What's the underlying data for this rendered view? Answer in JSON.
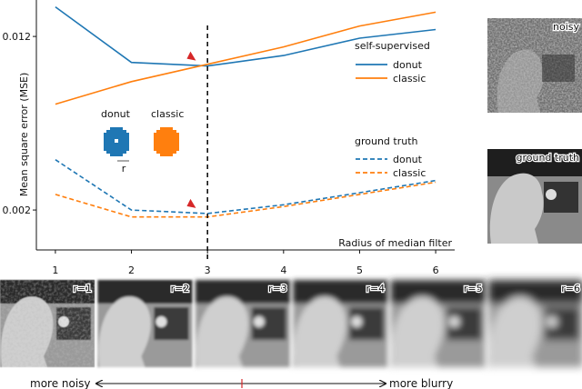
{
  "chart_data": {
    "type": "line",
    "xlabel": "Radius of median filter",
    "ylabel": "Mean square error (MSE)",
    "x": [
      1,
      2,
      3,
      4,
      5,
      6
    ],
    "xticks": [
      "1",
      "2",
      "3",
      "4",
      "5",
      "6"
    ],
    "yticks": [
      {
        "value": 0.012,
        "label": "0.012"
      },
      {
        "value": 0.002,
        "label": "0.002"
      }
    ],
    "xlim": [
      0.75,
      6.25
    ],
    "ylim": [
      -0.0003,
      0.0141
    ],
    "vline_x": 3,
    "optimum_marker_x": 2.8,
    "series": [
      {
        "group": "self-supervised",
        "name": "donut",
        "style": "solid",
        "color": "#1f77b4",
        "values": [
          0.0137,
          0.0105,
          0.0103,
          0.0109,
          0.0119,
          0.0124
        ]
      },
      {
        "group": "self-supervised",
        "name": "classic",
        "style": "solid",
        "color": "#ff7f0e",
        "values": [
          0.0081,
          0.0094,
          0.0104,
          0.0114,
          0.0126,
          0.0134
        ]
      },
      {
        "group": "ground truth",
        "name": "donut",
        "style": "dashed",
        "color": "#1f77b4",
        "values": [
          0.0049,
          0.002,
          0.0018,
          0.0023,
          0.003,
          0.0037
        ]
      },
      {
        "group": "ground truth",
        "name": "classic",
        "style": "dashed",
        "color": "#ff7f0e",
        "values": [
          0.0029,
          0.0016,
          0.0016,
          0.0022,
          0.0029,
          0.0036
        ]
      }
    ]
  },
  "legend": {
    "group1_title": "self-supervised",
    "group2_title": "ground truth",
    "donut_label": "donut",
    "classic_label": "classic"
  },
  "kernels": {
    "donut_label": "donut",
    "classic_label": "classic",
    "radius_label": "r"
  },
  "side_images": {
    "noisy_label": "noisy",
    "truth_label": "ground truth"
  },
  "strip": [
    {
      "label": "r=1"
    },
    {
      "label": "r=2"
    },
    {
      "label": "r=3"
    },
    {
      "label": "r=4"
    },
    {
      "label": "r=5"
    },
    {
      "label": "r=6"
    }
  ],
  "arrow": {
    "left_label": "more noisy",
    "right_label": "more blurry"
  },
  "colors": {
    "donut": "#1f77b4",
    "classic": "#ff7f0e",
    "marker": "#d62728"
  }
}
